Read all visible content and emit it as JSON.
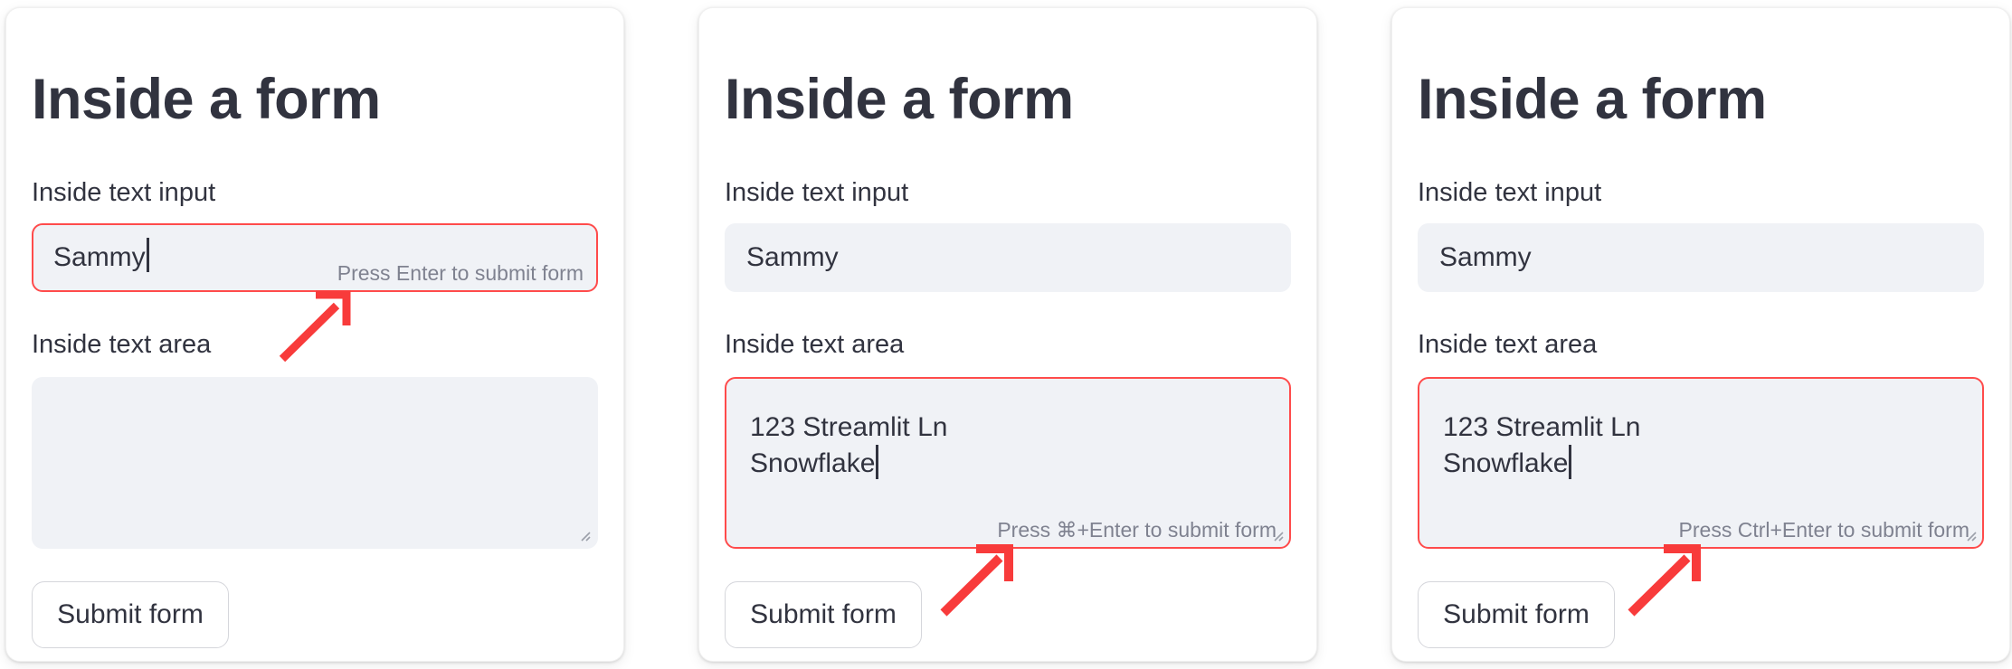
{
  "colors": {
    "text": "#31333F",
    "hint_gray": "#7F8290",
    "focus_red": "#FF4B4B",
    "arrow_red": "#F83B3B",
    "field_background": "#F0F2F6",
    "card_background": "#FFFFFF",
    "button_border": "#D5D6DB"
  },
  "cards": [
    {
      "title": "Inside a form",
      "input_label": "Inside text input",
      "input_value": "Sammy",
      "input_hint": "Press Enter to submit form",
      "textarea_label": "Inside text area",
      "textarea_line1": "",
      "textarea_line2": "",
      "textarea_hint": "",
      "submit_label": "Submit form",
      "focused_field": "text-input"
    },
    {
      "title": "Inside a form",
      "input_label": "Inside text input",
      "input_value": "Sammy",
      "input_hint": "",
      "textarea_label": "Inside text area",
      "textarea_line1": "123 Streamlit Ln",
      "textarea_line2": "Snowflake",
      "textarea_hint": "Press ⌘+Enter to submit form",
      "submit_label": "Submit form",
      "focused_field": "text-area"
    },
    {
      "title": "Inside a form",
      "input_label": "Inside text input",
      "input_value": "Sammy",
      "input_hint": "",
      "textarea_label": "Inside text area",
      "textarea_line1": "123 Streamlit Ln",
      "textarea_line2": "Snowflake",
      "textarea_hint": "Press Ctrl+Enter to submit form",
      "submit_label": "Submit form",
      "focused_field": "text-area"
    }
  ]
}
